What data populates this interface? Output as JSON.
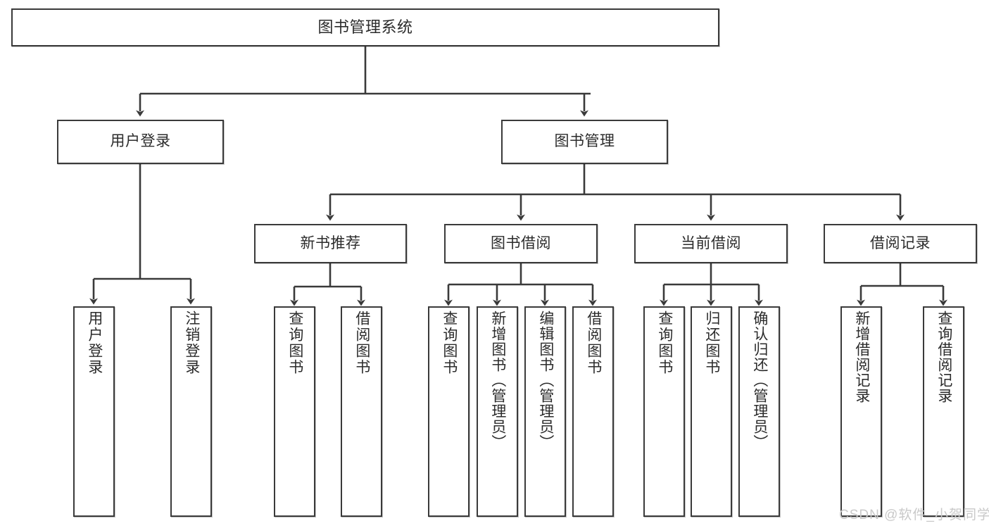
{
  "diagram": {
    "type": "tree",
    "title": "图书管理系统",
    "orientation": "top-down",
    "colors": {
      "box_border": "#3a3a3a",
      "box_fill": "#ffffff",
      "edge": "#3a3a3a",
      "text": "#2b2b2b",
      "watermark": "#c9c9c9"
    },
    "nodes": {
      "root": {
        "label": "图书管理系统"
      },
      "level2": [
        {
          "id": "user-login",
          "label": "用户登录"
        },
        {
          "id": "book-manage",
          "label": "图书管理"
        }
      ],
      "level3": [
        {
          "id": "new-book-recommend",
          "label": "新书推荐"
        },
        {
          "id": "book-borrow",
          "label": "图书借阅"
        },
        {
          "id": "current-borrow",
          "label": "当前借阅"
        },
        {
          "id": "borrow-record",
          "label": "借阅记录"
        }
      ],
      "leaves": {
        "user-login": [
          {
            "id": "leaf-user-login",
            "label": "用户登录"
          },
          {
            "id": "leaf-logout",
            "label": "注销登录"
          }
        ],
        "new-book-recommend": [
          {
            "id": "leaf-query-book-1",
            "label": "查询图书"
          },
          {
            "id": "leaf-borrow-book-1",
            "label": "借阅图书"
          }
        ],
        "book-borrow": [
          {
            "id": "leaf-query-book-2",
            "label": "查询图书"
          },
          {
            "id": "leaf-add-book",
            "label": "新增图书（管理员）"
          },
          {
            "id": "leaf-edit-book",
            "label": "编辑图书（管理员）"
          },
          {
            "id": "leaf-borrow-book-2",
            "label": "借阅图书"
          }
        ],
        "current-borrow": [
          {
            "id": "leaf-query-book-3",
            "label": "查询图书"
          },
          {
            "id": "leaf-return-book",
            "label": "归还图书"
          },
          {
            "id": "leaf-confirm-return",
            "label": "确认归还（管理员）"
          }
        ],
        "borrow-record": [
          {
            "id": "leaf-add-record",
            "label": "新增借阅记录"
          },
          {
            "id": "leaf-query-record",
            "label": "查询借阅记录"
          }
        ]
      }
    },
    "edges": [
      {
        "from": "图书管理系统",
        "to": "用户登录"
      },
      {
        "from": "图书管理系统",
        "to": "图书管理"
      },
      {
        "from": "用户登录",
        "to": "用户登录"
      },
      {
        "from": "用户登录",
        "to": "注销登录"
      },
      {
        "from": "图书管理",
        "to": "新书推荐"
      },
      {
        "from": "图书管理",
        "to": "图书借阅"
      },
      {
        "from": "图书管理",
        "to": "当前借阅"
      },
      {
        "from": "图书管理",
        "to": "借阅记录"
      },
      {
        "from": "新书推荐",
        "to": "查询图书"
      },
      {
        "from": "新书推荐",
        "to": "借阅图书"
      },
      {
        "from": "图书借阅",
        "to": "查询图书"
      },
      {
        "from": "图书借阅",
        "to": "新增图书（管理员）"
      },
      {
        "from": "图书借阅",
        "to": "编辑图书（管理员）"
      },
      {
        "from": "图书借阅",
        "to": "借阅图书"
      },
      {
        "from": "当前借阅",
        "to": "查询图书"
      },
      {
        "from": "当前借阅",
        "to": "归还图书"
      },
      {
        "from": "当前借阅",
        "to": "确认归还（管理员）"
      },
      {
        "from": "借阅记录",
        "to": "新增借阅记录"
      },
      {
        "from": "借阅记录",
        "to": "查询借阅记录"
      }
    ]
  },
  "watermark": {
    "text": "CSDN @软件_小贺同学"
  }
}
